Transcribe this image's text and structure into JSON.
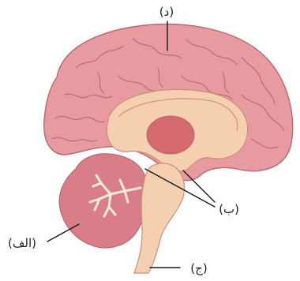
{
  "labels": {
    "a": "(الف)",
    "b": "(ب)",
    "c": "(ج)",
    "d": "(د)"
  },
  "colors": {
    "cortex": "#E79BA1",
    "cortex_stroke": "#B8676E",
    "sulci": "#BF6F76",
    "inner_region": "#F4CFB0",
    "inner_stroke": "#CC8F73",
    "thalamus": "#D4696F",
    "cerebellum": "#D97E89",
    "cerebellum_arbor": "#FBEAE0",
    "brainstem": "#F4CFB0"
  }
}
